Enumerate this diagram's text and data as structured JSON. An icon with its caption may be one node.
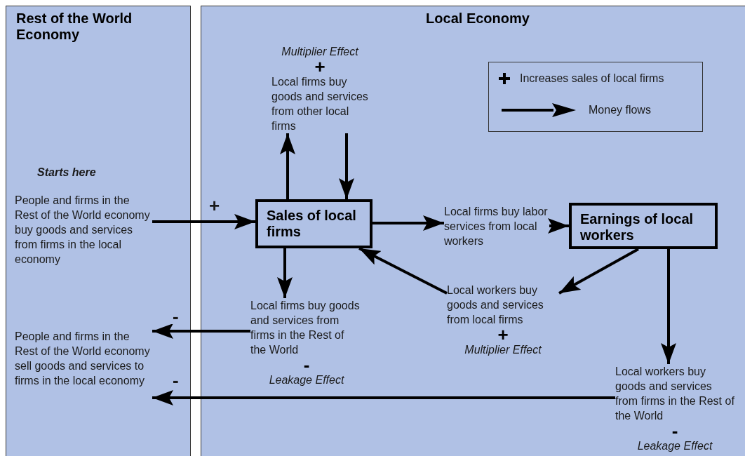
{
  "diagram": {
    "nodes": [
      {
        "text": [
          "Rest of the World Economy"
        ]
      },
      {
        "text": [
          "Local Economy"
        ]
      },
      {
        "text": [
          "People and firms in the Rest of the World economy buy goods and services from firms in the local economy"
        ],
        "in": 0
      },
      {
        "text": [
          "People and firms in the Rest of the World economy sell goods and services to firms in the local economy"
        ],
        "in": 0
      },
      {
        "text": [
          "Multiplier Effect",
          "+",
          "Local firms buy goods and services from other local firms"
        ],
        "in": 1
      },
      {
        "text": [
          "Sales of local firms"
        ],
        "in": 1
      },
      {
        "text": [
          "Local firms buy labor services from local workers"
        ],
        "in": 1
      },
      {
        "text": [
          "Earnings of local workers"
        ],
        "in": 1
      },
      {
        "text": [
          "Local firms buy goods and services from firms in the Rest of the World",
          "-",
          "Leakage Effect"
        ],
        "in": 1
      },
      {
        "text": [
          "Local workers buy goods and services from local firms",
          "+",
          "Multiplier Effect"
        ],
        "in": 1
      },
      {
        "text": [
          "Local workers buy goods and services from firms in the Rest of the World",
          "-",
          "Leakage Effect"
        ],
        "in": 1
      }
    ],
    "edges": [
      {
        "from": 2,
        "to": 5,
        "arrow": "to",
        "label": "+"
      },
      {
        "from": 5,
        "to": 4,
        "arrow": "to"
      },
      {
        "from": 4,
        "to": 5,
        "arrow": "to"
      },
      {
        "from": 5,
        "to": 6,
        "arrow": "to"
      },
      {
        "from": 6,
        "to": 7,
        "arrow": "to"
      },
      {
        "from": 7,
        "to": 9,
        "arrow": "to"
      },
      {
        "from": 9,
        "to": 5,
        "arrow": "to"
      },
      {
        "from": 5,
        "to": 8,
        "arrow": "to"
      },
      {
        "from": 8,
        "to": 3,
        "arrow": "to",
        "label": "-"
      },
      {
        "from": 7,
        "to": 10,
        "arrow": "to"
      },
      {
        "from": 10,
        "to": 3,
        "arrow": "to",
        "label": "-"
      }
    ],
    "labels": [
      "Starts here"
    ],
    "legend": [
      {
        "text": "Increases sales of local firms"
      },
      {
        "text": "Money flows"
      }
    ]
  }
}
